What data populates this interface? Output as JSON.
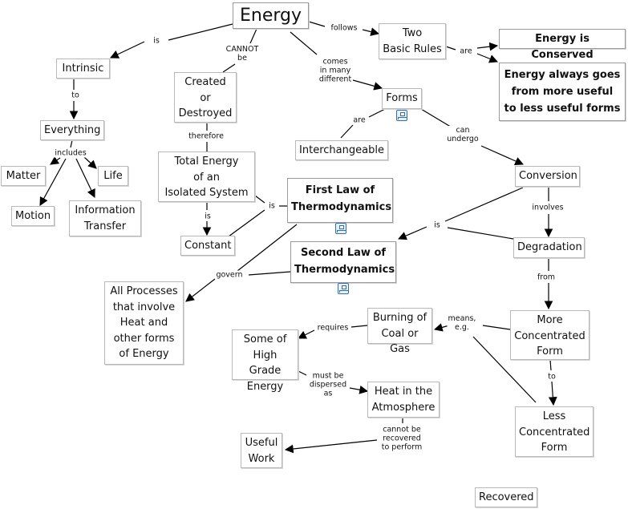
{
  "concepts": {
    "energy": "Energy",
    "intrinsic": "Intrinsic",
    "everything": "Everything",
    "matter": "Matter",
    "life": "Life",
    "motion": "Motion",
    "information_transfer": "Information\nTransfer",
    "created_or_destroyed": "Created\nor\nDestroyed",
    "total_energy": "Total Energy\nof an\nIsolated System",
    "constant": "Constant",
    "two_basic_rules": "Two\nBasic Rules",
    "energy_is_conserved": "Energy is Conserved",
    "energy_always_goes": "Energy always goes\nfrom more useful\nto less useful forms",
    "forms": "Forms",
    "interchangeable": "Interchangeable",
    "first_law": "First Law of\nThermodynamics",
    "second_law": "Second Law of\nThermodynamics",
    "conversion": "Conversion",
    "degradation": "Degradation",
    "all_processes": "All Processes\nthat involve\nHeat and\nother forms\nof Energy",
    "burning": "Burning of\nCoal or Gas",
    "high_grade": "Some of\nHigh Grade\nEnergy",
    "more_concentrated": "More\nConcentrated\nForm",
    "less_concentrated": "Less\nConcentrated\nForm",
    "heat_atmosphere": "Heat in the\nAtmosphere",
    "useful_work": "Useful\nWork",
    "recovered": "Recovered"
  },
  "links": {
    "is_1": "is",
    "cannot_be": "CANNOT\nbe",
    "follows": "follows",
    "are_1": "are",
    "to_1": "to",
    "includes": "includes",
    "comes_in_many": "comes\nin many\ndifferent",
    "are_2": "are",
    "can_undergo": "can\nundergo",
    "therefore": "therefore",
    "is_2": "is",
    "is_3": "is",
    "involves": "involves",
    "is_4": "is",
    "govern": "govern",
    "from": "from",
    "requires": "requires",
    "means_eg": "means,\ne.g.",
    "to_2": "to",
    "must_be_dispersed": "must be\ndispersed\nas",
    "cannot_be_recovered": "cannot be\nrecovered\nto perform"
  },
  "icons": [
    "submap-icon"
  ]
}
